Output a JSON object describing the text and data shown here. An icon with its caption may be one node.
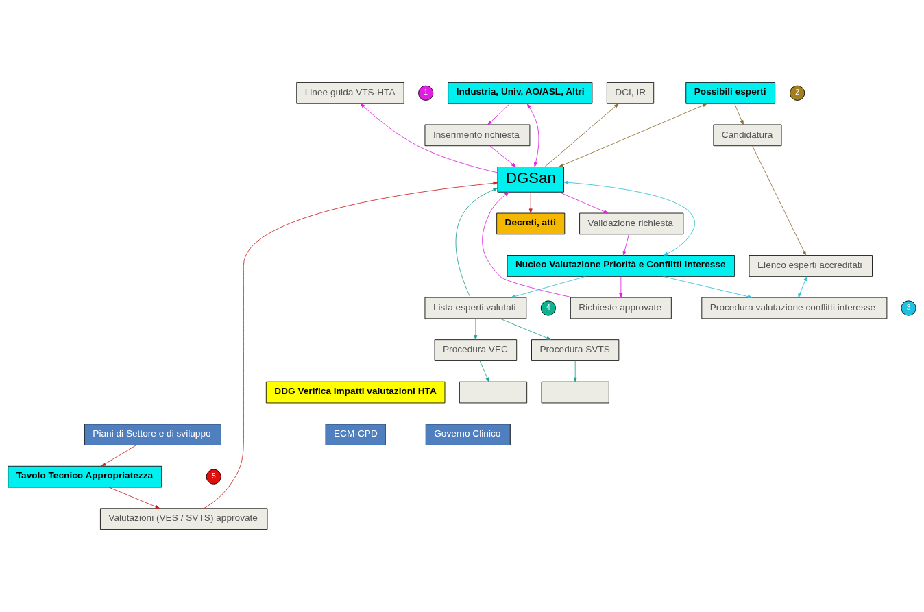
{
  "diagram": {
    "nodes": [
      {
        "text": [
          "Industria, Univ, AO/ASL, Altri"
        ]
      },
      {
        "text": [
          "Linee guida VTS-HTA"
        ]
      },
      {
        "text": [
          "DCI, IR"
        ]
      },
      {
        "text": [
          "Possibili esperti"
        ]
      },
      {
        "text": [
          "Inserimento richiesta"
        ]
      },
      {
        "text": [
          "Validazione richiesta"
        ]
      },
      {
        "text": [
          "DGSan"
        ]
      },
      {
        "text": [
          "Candidatura"
        ]
      },
      {
        "text": [
          "Elenco esperti accreditati"
        ]
      },
      {
        "text": [
          "Richieste approvate"
        ]
      },
      {
        "text": [
          "Procedura valutazione conflitti interesse"
        ]
      },
      {
        "text": [
          "Tavolo Tecnico Appropriatezza"
        ]
      },
      {
        "text": [
          "Decreti, atti"
        ]
      },
      {
        "text": [
          "Nucleo Valutazione Priorità e Conflitti Interesse"
        ]
      },
      {
        "text": [
          "Valutazioni (VES / SVTS) approvate"
        ]
      },
      {
        "text": [
          "Lista esperti valutati"
        ]
      },
      {
        "text": [
          "DDG Verifica impatti valutazioni HTA"
        ]
      },
      {
        "text": [
          "Procedura VEC"
        ]
      },
      {
        "text": [
          "Procedura SVTS"
        ]
      },
      {
        "text": [],
        "shape": "box"
      },
      {
        "text": [],
        "shape": "box"
      },
      {
        "text": [
          "Piani di Settore e di sviluppo"
        ]
      },
      {
        "text": [
          "ECM-CPD"
        ]
      },
      {
        "text": [
          "Governo Clinico"
        ]
      }
    ],
    "edges": [
      {
        "from": 0,
        "to": 4,
        "arrow": "to"
      },
      {
        "from": 6,
        "to": 0,
        "arrow": "both"
      },
      {
        "from": 6,
        "to": 1,
        "arrow": "to"
      },
      {
        "from": 4,
        "to": 6,
        "arrow": "to"
      },
      {
        "from": 6,
        "to": 5,
        "arrow": "to"
      },
      {
        "from": 9,
        "to": 6,
        "arrow": "to"
      },
      {
        "from": 5,
        "to": 13,
        "arrow": "to"
      },
      {
        "from": 13,
        "to": 9,
        "arrow": "to"
      },
      {
        "from": 6,
        "to": 2,
        "arrow": "to",
        "color": "#8b6f2e"
      },
      {
        "from": 6,
        "to": 3,
        "arrow": "both",
        "color": "#8b6f2e"
      },
      {
        "from": 3,
        "to": 7,
        "arrow": "to",
        "color": "#8b6f2e"
      },
      {
        "from": 7,
        "to": 8,
        "arrow": "to",
        "color": "#8b6f2e"
      },
      {
        "from": 8,
        "to": 10,
        "arrow": "both",
        "color": "#30c0d8"
      },
      {
        "from": 13,
        "to": 10,
        "arrow": "to",
        "color": "#30c0d8"
      },
      {
        "from": 6,
        "to": 13,
        "arrow": "both",
        "color": "#30c0d8"
      },
      {
        "from": 13,
        "to": 15,
        "arrow": "to",
        "color": "#30c0d8"
      },
      {
        "from": 15,
        "to": 6,
        "arrow": "to",
        "color": "#20a090"
      },
      {
        "from": 15,
        "to": 17,
        "arrow": "to",
        "color": "#20a090"
      },
      {
        "from": 15,
        "to": 18,
        "arrow": "to",
        "color": "#20a090"
      },
      {
        "from": 17,
        "to": 19,
        "arrow": "to",
        "color": "#20a090"
      },
      {
        "from": 18,
        "to": 20,
        "arrow": "to",
        "color": "#20a090"
      },
      {
        "from": 6,
        "to": 12,
        "arrow": "to",
        "color": "#cc2020"
      },
      {
        "from": 14,
        "to": 6,
        "arrow": "to",
        "color": "#cc2020"
      },
      {
        "from": 11,
        "to": 14,
        "arrow": "to",
        "color": "#cc2020"
      },
      {
        "from": 21,
        "to": 11,
        "arrow": "to",
        "color": "#cc2020"
      }
    ],
    "labels": [
      "1",
      "2",
      "3",
      "4",
      "5"
    ]
  }
}
